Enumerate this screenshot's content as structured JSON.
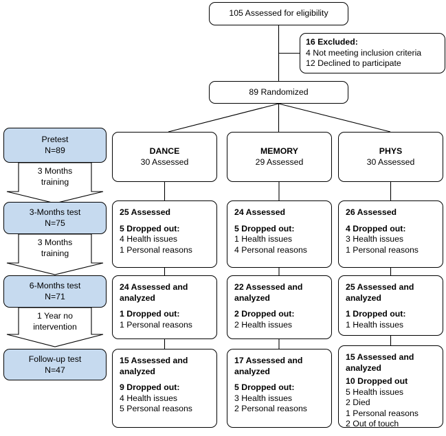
{
  "diagram": {
    "title": "CONSORT participant flow diagram",
    "colors": {
      "stage_box_fill": "#c6daef",
      "box_fill": "#ffffff",
      "stroke": "#000000",
      "text": "#000000"
    }
  },
  "enrollment": {
    "assessed": {
      "label": "105 Assessed for eligibility"
    },
    "excluded": {
      "heading": "16 Excluded:",
      "reasons": [
        "4 Not meeting inclusion criteria",
        "12 Declined to participate"
      ]
    },
    "randomized": {
      "label": "89 Randomized"
    }
  },
  "timeline": {
    "stages": [
      {
        "name": "Pretest",
        "n": "N=89"
      },
      {
        "name": "3-Months test",
        "n": "N=75"
      },
      {
        "name": "6-Months test",
        "n": "N=71"
      },
      {
        "name": "Follow-up test",
        "n": "N=47"
      }
    ],
    "transitions": [
      {
        "line1": "3 Months",
        "line2": "training"
      },
      {
        "line1": "3 Months",
        "line2": "training"
      },
      {
        "line1": "1 Year no",
        "line2": "intervention"
      }
    ]
  },
  "groups": [
    {
      "name": "DANCE",
      "assessed": "30 Assessed",
      "stages": [
        {
          "heading": "25 Assessed",
          "dropout_heading": "5 Dropped out:",
          "dropout_items": [
            "4 Health issues",
            "1 Personal reasons"
          ]
        },
        {
          "heading": "24 Assessed and analyzed",
          "dropout_heading": "1 Dropped out:",
          "dropout_items": [
            "1 Personal reasons"
          ]
        },
        {
          "heading": "15 Assessed and analyzed",
          "dropout_heading": "9 Dropped out:",
          "dropout_items": [
            "4 Health issues",
            "5 Personal reasons"
          ]
        }
      ]
    },
    {
      "name": "MEMORY",
      "assessed": "29 Assessed",
      "stages": [
        {
          "heading": "24 Assessed",
          "dropout_heading": "5 Dropped out:",
          "dropout_items": [
            "1 Health issues",
            "4 Personal reasons"
          ]
        },
        {
          "heading": "22 Assessed and analyzed",
          "dropout_heading": "2 Dropped out:",
          "dropout_items": [
            "2 Health issues"
          ]
        },
        {
          "heading": "17 Assessed and analyzed",
          "dropout_heading": "5 Dropped out:",
          "dropout_items": [
            "3 Health issues",
            "2 Personal reasons"
          ]
        }
      ]
    },
    {
      "name": "PHYS",
      "assessed": "30 Assessed",
      "stages": [
        {
          "heading": "26 Assessed",
          "dropout_heading": "4 Dropped out:",
          "dropout_items": [
            "3 Health issues",
            "1 Personal reasons"
          ]
        },
        {
          "heading": "25 Assessed and analyzed",
          "dropout_heading": "1 Dropped out:",
          "dropout_items": [
            "1 Health issues"
          ]
        },
        {
          "heading": "15 Assessed and analyzed",
          "dropout_heading": "10 Dropped out",
          "dropout_items": [
            "5 Health issues",
            "2 Died",
            "1 Personal reasons",
            "2 Out of touch"
          ]
        }
      ]
    }
  ]
}
